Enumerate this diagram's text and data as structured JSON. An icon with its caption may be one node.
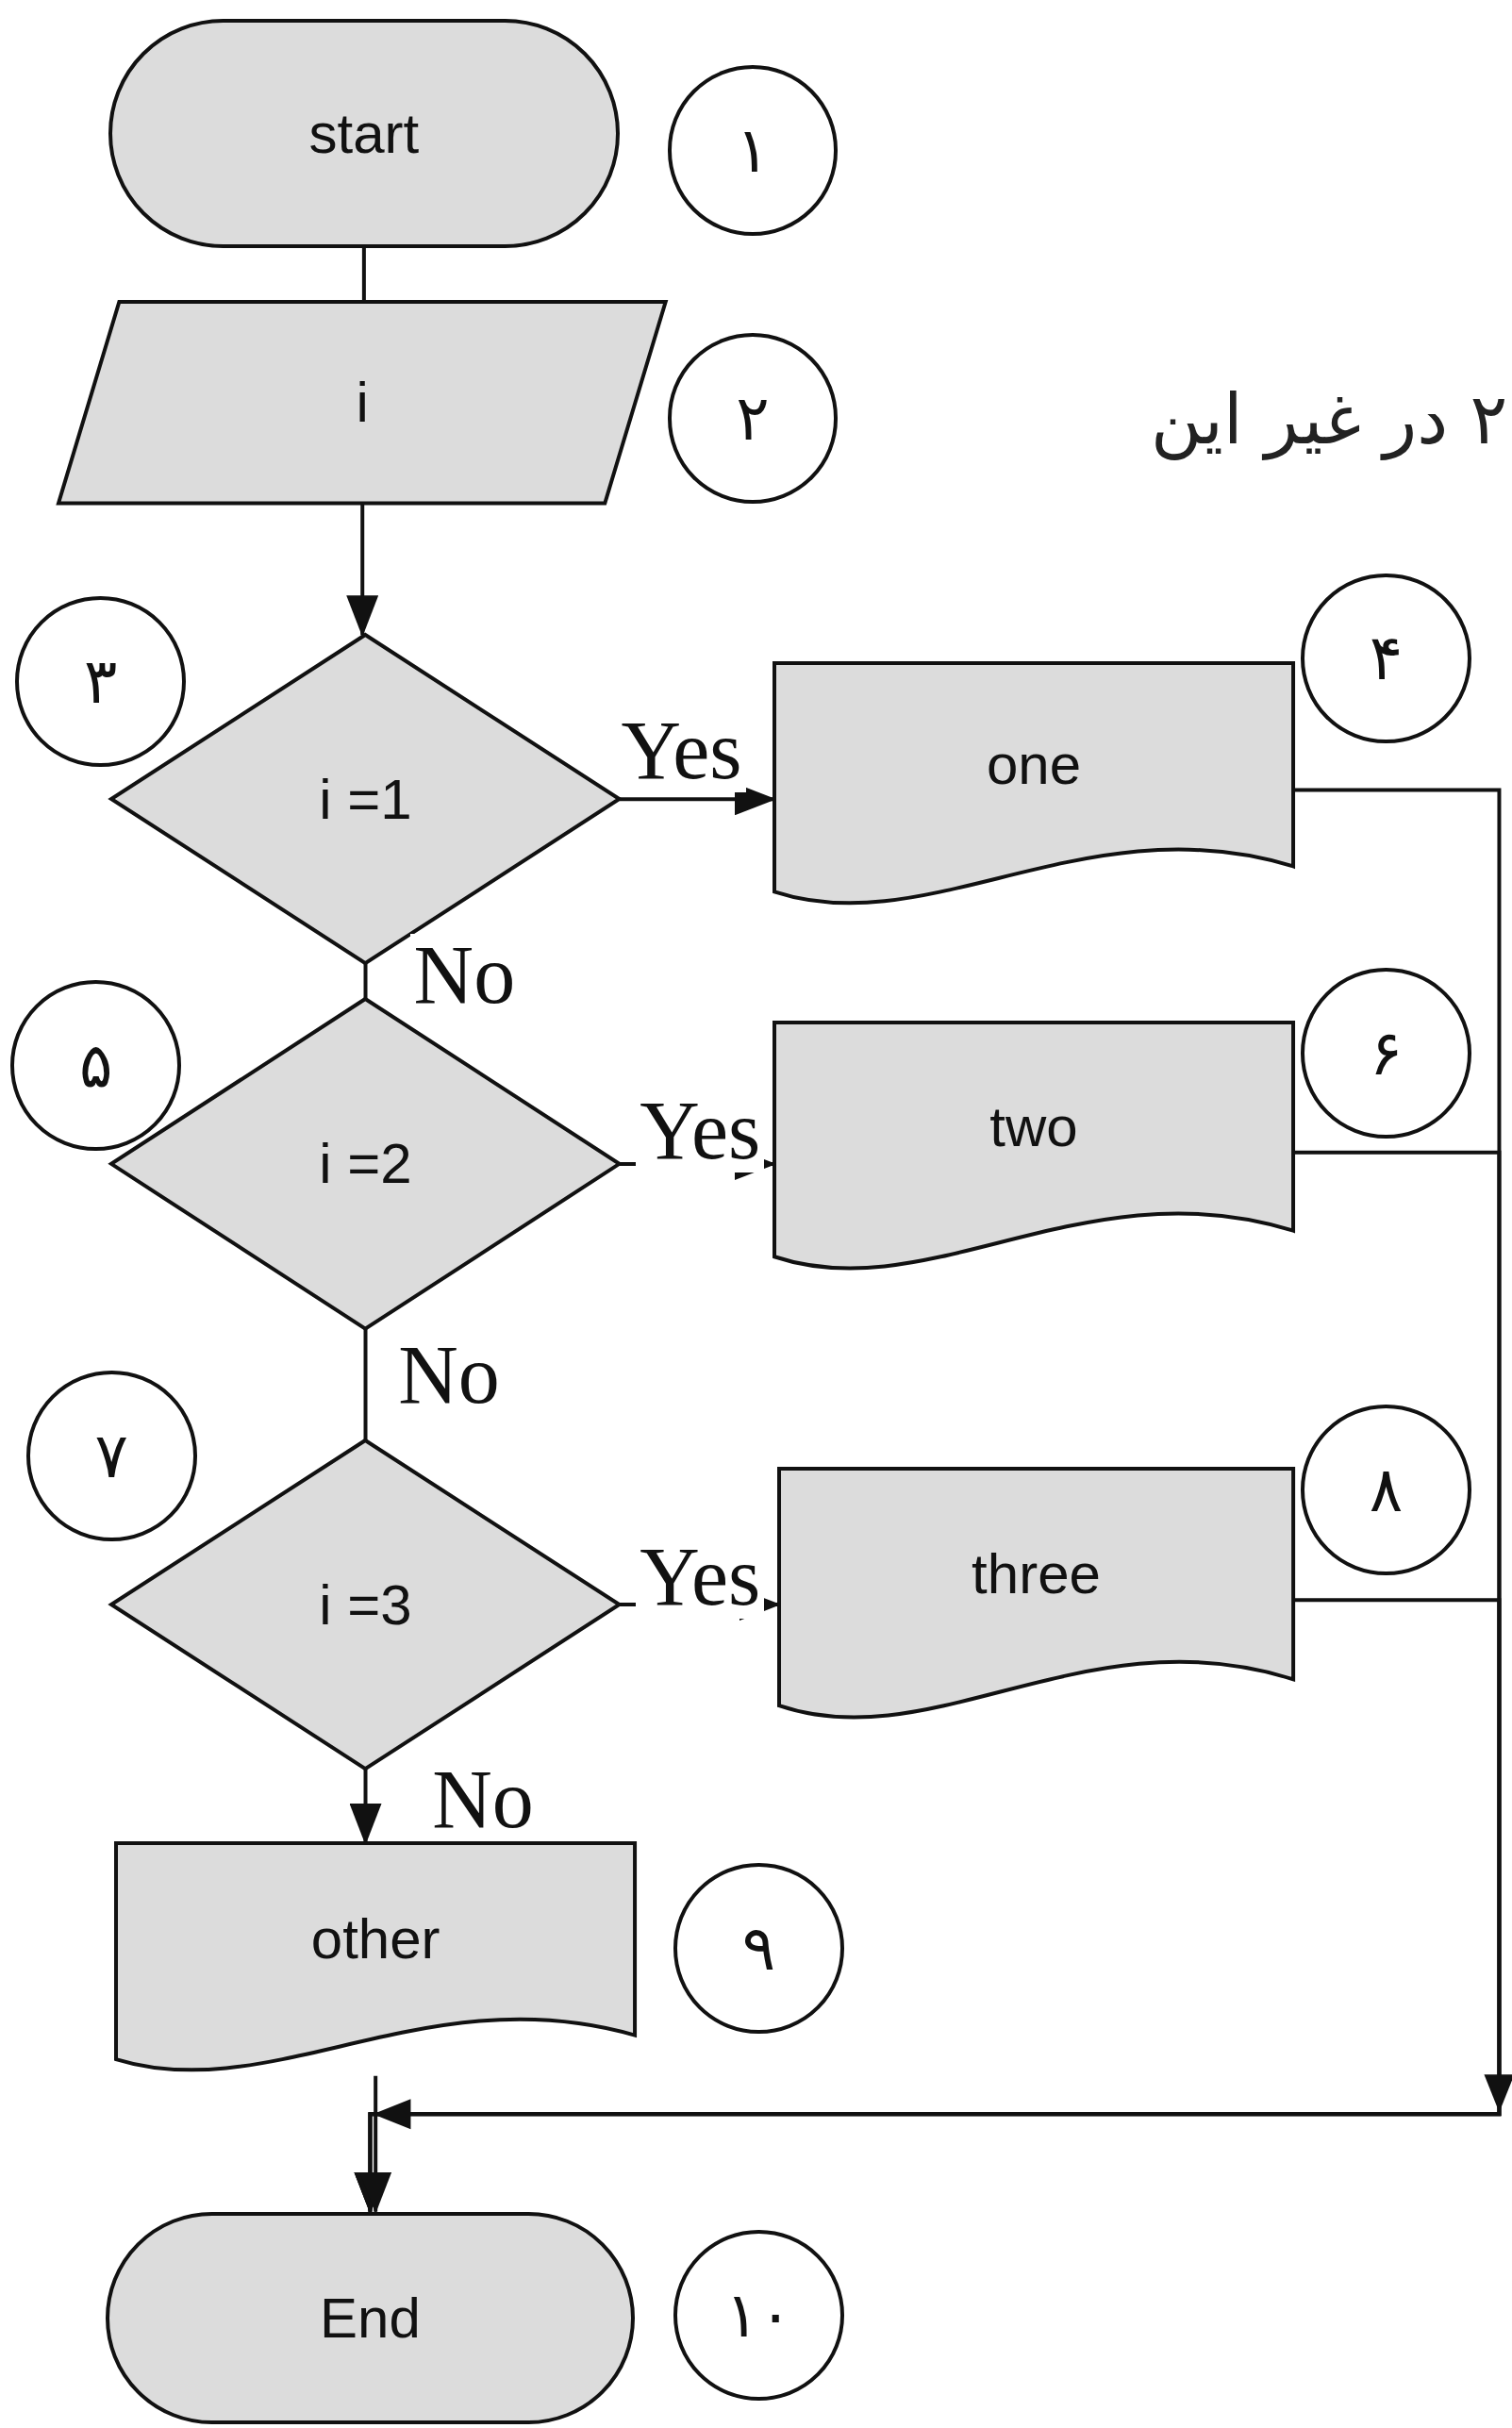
{
  "diagram": {
    "nodes": [
      {
        "text": [
          "start"
        ]
      },
      {
        "text": [
          "i"
        ]
      },
      {
        "text": [
          "i =1"
        ]
      },
      {
        "text": [
          "one"
        ]
      },
      {
        "text": [
          "i =2"
        ]
      },
      {
        "text": [
          "two"
        ]
      },
      {
        "text": [
          "i =3"
        ]
      },
      {
        "text": [
          "three"
        ]
      },
      {
        "text": [
          "other"
        ]
      },
      {
        "text": [
          "End"
        ]
      },
      {
        "text": [
          "۱"
        ]
      },
      {
        "text": [
          "۲"
        ]
      },
      {
        "text": [
          "۳"
        ]
      },
      {
        "text": [
          "۴"
        ]
      },
      {
        "text": [
          "۵"
        ]
      },
      {
        "text": [
          "۶"
        ]
      },
      {
        "text": [
          "۷"
        ]
      },
      {
        "text": [
          "۸"
        ]
      },
      {
        "text": [
          "۹"
        ]
      },
      {
        "text": [
          "۱۰"
        ]
      }
    ],
    "edges": [
      {
        "from": 0,
        "to": 1,
        "arrow": "none"
      },
      {
        "from": 1,
        "to": 2,
        "arrow": "to"
      },
      {
        "from": 2,
        "to": 3,
        "arrow": "to",
        "label": "Yes"
      },
      {
        "from": 2,
        "to": 4,
        "arrow": "none",
        "label": "No"
      },
      {
        "from": 4,
        "to": 5,
        "arrow": "to",
        "label": "Yes"
      },
      {
        "from": 4,
        "to": 6,
        "arrow": "none",
        "label": "No"
      },
      {
        "from": 6,
        "to": 7,
        "arrow": "to",
        "label": "Yes"
      },
      {
        "from": 6,
        "to": 8,
        "arrow": "to",
        "label": "No"
      },
      {
        "from": 3,
        "to": 9,
        "arrow": "to"
      },
      {
        "from": 5,
        "to": 9,
        "arrow": "to"
      },
      {
        "from": 7,
        "to": 9,
        "arrow": "to"
      },
      {
        "from": 8,
        "to": 9,
        "arrow": "to"
      }
    ],
    "labels": [
      "۲ در غیر این"
    ]
  }
}
